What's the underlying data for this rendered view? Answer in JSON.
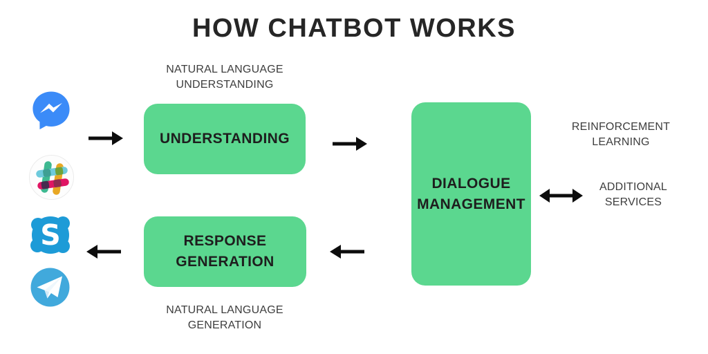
{
  "title": "HOW CHATBOT WORKS",
  "colors": {
    "box_green": "#5bd78f",
    "arrow_black": "#0d0d0d",
    "label_gray": "#3d3d3d",
    "box_text": "#1e1e1e",
    "messenger_blue": "#3b8bf8",
    "skype_blue": "#1d9bd7",
    "telegram_blue": "#41a9dc"
  },
  "labels": {
    "nlu_line1": "NATURAL LANGUAGE",
    "nlu_line2": "UNDERSTANDING",
    "nlg_line1": "NATURAL LANGUAGE",
    "nlg_line2": "GENERATION",
    "rl_line1": "REINFORCEMENT",
    "rl_line2": "LEARNING",
    "as_line1": "ADDITIONAL",
    "as_line2": "SERVICES"
  },
  "boxes": {
    "understanding_label": "UNDERSTANDING",
    "dialogue_line1": "DIALOGUE",
    "dialogue_line2": "MANAGEMENT",
    "response_line1": "RESPONSE",
    "response_line2": "GENERATION"
  },
  "icons": {
    "channels": [
      "messenger-icon",
      "slack-icon",
      "skype-icon",
      "telegram-icon"
    ],
    "arrows": [
      "arrow-right-icon",
      "arrow-right-icon",
      "arrow-double-icon",
      "arrow-left-icon",
      "arrow-left-icon"
    ]
  }
}
